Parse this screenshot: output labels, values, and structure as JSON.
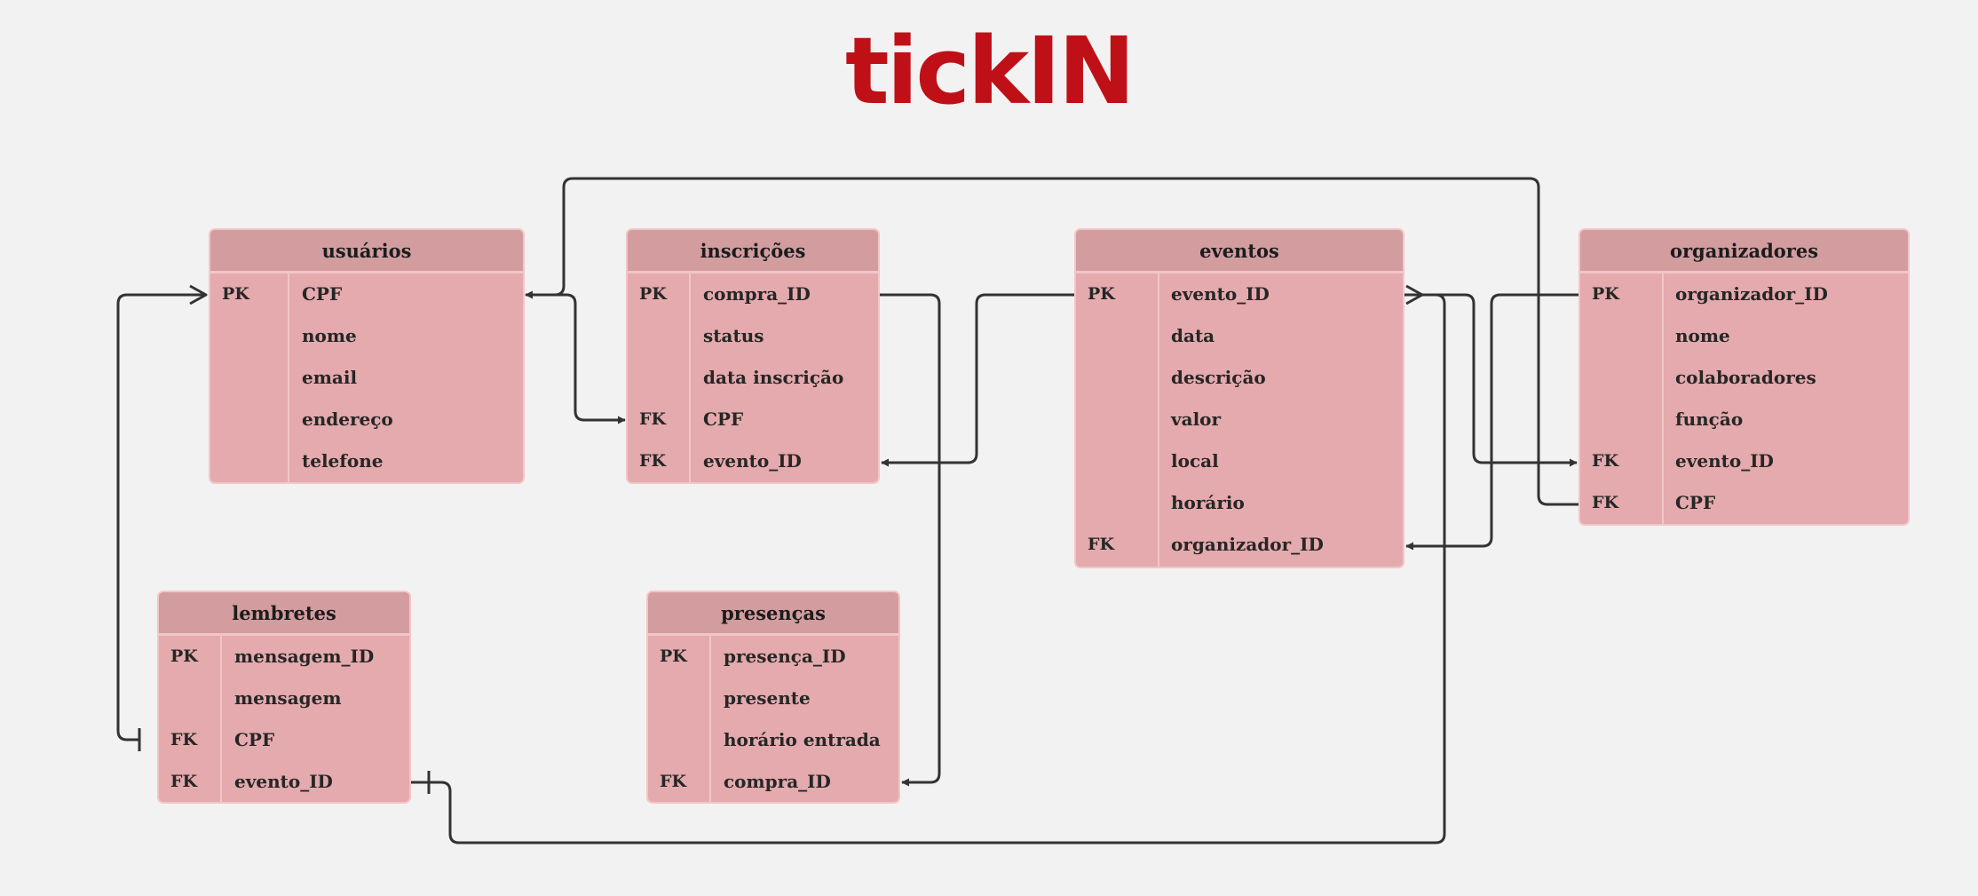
{
  "title": "tickIN",
  "tables": {
    "usuarios": {
      "name": "usuários",
      "rows": [
        {
          "key": "PK",
          "field": "CPF"
        },
        {
          "key": "",
          "field": "nome"
        },
        {
          "key": "",
          "field": "email"
        },
        {
          "key": "",
          "field": "endereço"
        },
        {
          "key": "",
          "field": "telefone"
        }
      ]
    },
    "inscricoes": {
      "name": "inscrições",
      "rows": [
        {
          "key": "PK",
          "field": "compra_ID"
        },
        {
          "key": "",
          "field": "status"
        },
        {
          "key": "",
          "field": "data inscrição"
        },
        {
          "key": "FK",
          "field": "CPF"
        },
        {
          "key": "FK",
          "field": "evento_ID"
        }
      ]
    },
    "eventos": {
      "name": "eventos",
      "rows": [
        {
          "key": "PK",
          "field": "evento_ID"
        },
        {
          "key": "",
          "field": "data"
        },
        {
          "key": "",
          "field": "descrição"
        },
        {
          "key": "",
          "field": "valor"
        },
        {
          "key": "",
          "field": "local"
        },
        {
          "key": "",
          "field": "horário"
        },
        {
          "key": "FK",
          "field": "organizador_ID"
        }
      ]
    },
    "organizadores": {
      "name": "organizadores",
      "rows": [
        {
          "key": "PK",
          "field": "organizador_ID"
        },
        {
          "key": "",
          "field": "nome"
        },
        {
          "key": "",
          "field": "colaboradores"
        },
        {
          "key": "",
          "field": "função"
        },
        {
          "key": "FK",
          "field": "evento_ID"
        },
        {
          "key": "FK",
          "field": "CPF"
        }
      ]
    },
    "lembretes": {
      "name": "lembretes",
      "rows": [
        {
          "key": "PK",
          "field": "mensagem_ID"
        },
        {
          "key": "",
          "field": "mensagem"
        },
        {
          "key": "FK",
          "field": "CPF"
        },
        {
          "key": "FK",
          "field": "evento_ID"
        }
      ]
    },
    "presencas": {
      "name": "presenças",
      "rows": [
        {
          "key": "PK",
          "field": "presença_ID"
        },
        {
          "key": "",
          "field": "presente"
        },
        {
          "key": "",
          "field": "horário entrada"
        },
        {
          "key": "FK",
          "field": "compra_ID"
        }
      ]
    }
  },
  "colors": {
    "title": "#c01017",
    "table_fill": "#e4aaad",
    "table_header": "#d39da0",
    "table_border": "#f2c6c8",
    "connector": "#333333",
    "background": "#f2f2f2"
  }
}
